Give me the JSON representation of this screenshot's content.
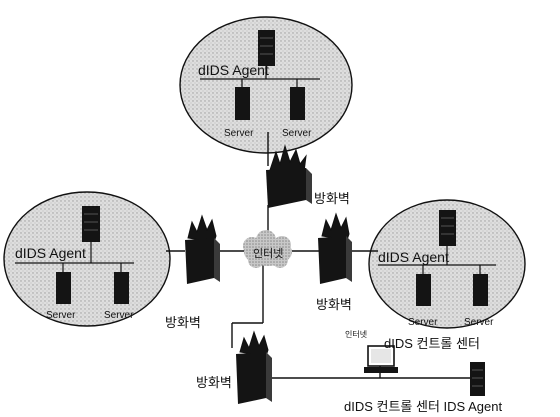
{
  "network_top": {
    "agent_label": "dIDS Agent",
    "server_left_label": "Server",
    "server_right_label": "Server",
    "firewall_label": "방화벽"
  },
  "network_left": {
    "agent_label": "dIDS Agent",
    "server_left_label": "Server",
    "server_right_label": "Server",
    "firewall_label": "방화벽"
  },
  "network_right": {
    "agent_label": "dIDS Agent",
    "server_left_label": "Server",
    "server_right_label": "Server",
    "firewall_label": "방화벽"
  },
  "center": {
    "internet_label": "인터넷"
  },
  "bottom": {
    "firewall_label": "방화벽",
    "internet_small_label": "인터넷",
    "control_center_label": "dIDS 컨트롤 센터",
    "control_agent_label": "dIDS 컨트롤 센터 IDS Agent"
  },
  "colors": {
    "ellipse_fill": "#d9d9d9",
    "device_fill": "#141414",
    "cloud_fill": "#c4c4c4",
    "line": "#111111"
  }
}
